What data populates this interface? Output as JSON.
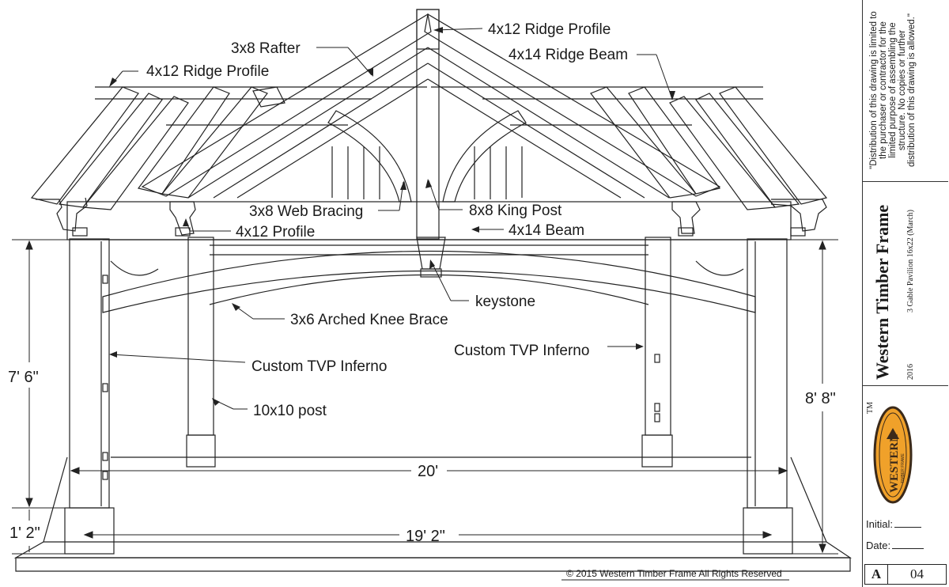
{
  "labels": {
    "ridge_profile_top": "4x12 Ridge Profile",
    "ridge_beam": "4x14 Ridge Beam",
    "rafter": "3x8 Rafter",
    "ridge_profile_left": "4x12 Ridge Profile",
    "web_bracing": "3x8 Web Bracing",
    "king_post": "8x8 King Post",
    "profile": "4x12 Profile",
    "beam": "4x14 Beam",
    "keystone": "keystone",
    "knee_brace": "3x6 Arched Knee Brace",
    "tvp_right": "Custom TVP Inferno",
    "tvp_left": "Custom TVP Inferno",
    "post": "10x10 post"
  },
  "dimensions": {
    "height_left": "7' 6\"",
    "base_height": "1' 2\"",
    "height_right": "8' 8\"",
    "span_top": "20'",
    "span_bottom": "19' 2\""
  },
  "copyright": "© 2015 Western Timber Frame All Rights Reserved",
  "title_block": {
    "notice": "\"Distribution of this drawing is limited to the purchaser or contractor for the limited purpose of assembling the structure.  No copies or further distribution of this drawing is allowed.\"",
    "notice_lines": [
      "\"Distribution of this drawing is limited to",
      "the purchaser or contractor for the",
      "limited purpose of assembling the",
      "structure.  No copies or further",
      "distribution of this drawing is allowed.\""
    ],
    "company": "Western Timber Frame",
    "project": "3 Gable Pavilion 16x22 (March)",
    "year": "2016",
    "trademark": "TM",
    "logo_text": "WESTERN",
    "logo_subtext": "TIMBER FRAME",
    "initial_label": "Initial:",
    "date_label": "Date:",
    "sheet_letter": "A",
    "sheet_number": "04"
  },
  "colors": {
    "line": "#1a1a1a",
    "logo_orange": "#f0a12a",
    "logo_dark": "#3b2a1a"
  }
}
